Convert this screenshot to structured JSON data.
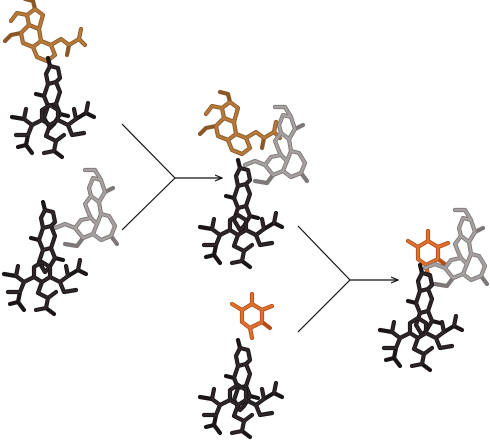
{
  "colors": {
    "background": "#ffffff",
    "dark": "#2e2628",
    "dark_shadow": "#1a1516",
    "brown": "#b87a3a",
    "brown_shadow": "#8a5826",
    "grey": "#a7a2a1",
    "grey_shadow": "#7d7877",
    "orange": "#e0702e",
    "orange_shadow": "#b34e18",
    "arrow": "#111111"
  },
  "structures": [
    {
      "id": "reactant-1",
      "segments": [
        "brown-aromatic-fragment",
        "dark-oligo-linker",
        "dark-tbutyl-anchor"
      ]
    },
    {
      "id": "reactant-2",
      "segments": [
        "grey-macrocycle-fragment",
        "dark-oligo-linker",
        "dark-tbutyl-anchor"
      ]
    },
    {
      "id": "intermediate",
      "segments": [
        "brown-aromatic-fragment",
        "grey-macrocycle-fragment",
        "dark-oligo-linker",
        "dark-tbutyl-anchor"
      ]
    },
    {
      "id": "reactant-3",
      "segments": [
        "orange-phenyl-fragment",
        "dark-oligo-linker",
        "dark-tbutyl-anchor"
      ]
    },
    {
      "id": "product",
      "segments": [
        "orange-phenyl-fragment",
        "grey-macrocycle-fragment",
        "dark-oligo-linker",
        "dark-tbutyl-anchor"
      ]
    }
  ],
  "arrows": [
    {
      "id": "combine-arrow-1",
      "type": "merging",
      "inputs": [
        "reactant-1",
        "reactant-2"
      ],
      "output": "intermediate"
    },
    {
      "id": "combine-arrow-2",
      "type": "merging",
      "inputs": [
        "intermediate",
        "reactant-3"
      ],
      "output": "product"
    }
  ]
}
